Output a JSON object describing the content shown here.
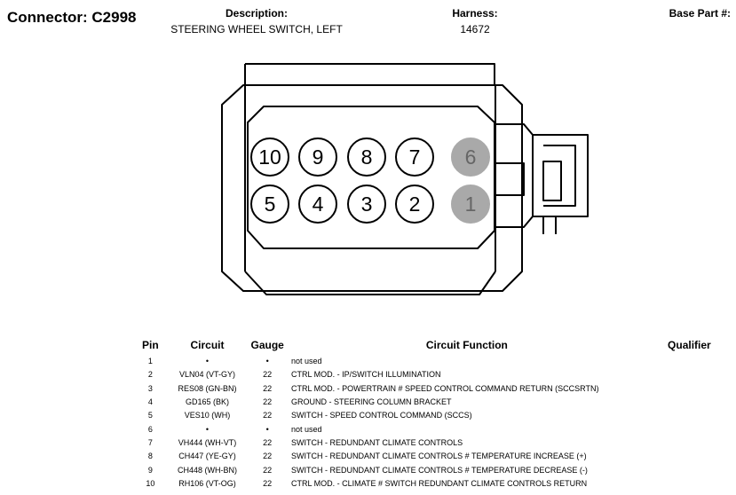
{
  "header": {
    "connector_title": "Connector: C2998",
    "description_label": "Description:",
    "description_value": "STEERING WHEEL SWITCH, LEFT",
    "harness_label": "Harness:",
    "harness_value": "14672",
    "base_part_label": "Base Part #:",
    "base_part_value": ""
  },
  "connector": {
    "top_row": [
      {
        "label": "10",
        "used": true
      },
      {
        "label": "9",
        "used": true
      },
      {
        "label": "8",
        "used": true
      },
      {
        "label": "7",
        "used": true
      },
      {
        "label": "6",
        "used": false
      }
    ],
    "bottom_row": [
      {
        "label": "5",
        "used": true
      },
      {
        "label": "4",
        "used": true
      },
      {
        "label": "3",
        "used": true
      },
      {
        "label": "2",
        "used": true
      },
      {
        "label": "1",
        "used": false
      }
    ],
    "colors": {
      "used_fill": "#ffffff",
      "unused_fill": "#a9a9a9",
      "unused_text": "#666666"
    }
  },
  "table": {
    "headers": {
      "pin": "Pin",
      "circuit": "Circuit",
      "gauge": "Gauge",
      "function": "Circuit Function",
      "qualifier": "Qualifier"
    },
    "rows": [
      {
        "pin": "1",
        "circuit": "•",
        "gauge": "•",
        "function": "not used",
        "qualifier": ""
      },
      {
        "pin": "2",
        "circuit": "VLN04 (VT-GY)",
        "gauge": "22",
        "function": "CTRL MOD. - IP/SWITCH ILLUMINATION",
        "qualifier": ""
      },
      {
        "pin": "3",
        "circuit": "RES08 (GN-BN)",
        "gauge": "22",
        "function": "CTRL MOD. - POWERTRAIN # SPEED CONTROL COMMAND RETURN (SCCSRTN)",
        "qualifier": ""
      },
      {
        "pin": "4",
        "circuit": "GD165 (BK)",
        "gauge": "22",
        "function": "GROUND - STEERING COLUMN BRACKET",
        "qualifier": ""
      },
      {
        "pin": "5",
        "circuit": "VES10 (WH)",
        "gauge": "22",
        "function": "SWITCH - SPEED CONTROL COMMAND (SCCS)",
        "qualifier": ""
      },
      {
        "pin": "6",
        "circuit": "•",
        "gauge": "•",
        "function": "not used",
        "qualifier": ""
      },
      {
        "pin": "7",
        "circuit": "VH444 (WH-VT)",
        "gauge": "22",
        "function": "SWITCH - REDUNDANT CLIMATE CONTROLS",
        "qualifier": ""
      },
      {
        "pin": "8",
        "circuit": "CH447 (YE-GY)",
        "gauge": "22",
        "function": "SWITCH - REDUNDANT CLIMATE CONTROLS # TEMPERATURE INCREASE (+)",
        "qualifier": ""
      },
      {
        "pin": "9",
        "circuit": "CH448 (WH-BN)",
        "gauge": "22",
        "function": "SWITCH - REDUNDANT CLIMATE CONTROLS # TEMPERATURE DECREASE (-)",
        "qualifier": ""
      },
      {
        "pin": "10",
        "circuit": "RH106 (VT-OG)",
        "gauge": "22",
        "function": "CTRL MOD. - CLIMATE # SWITCH REDUNDANT CLIMATE CONTROLS RETURN",
        "qualifier": ""
      }
    ]
  }
}
